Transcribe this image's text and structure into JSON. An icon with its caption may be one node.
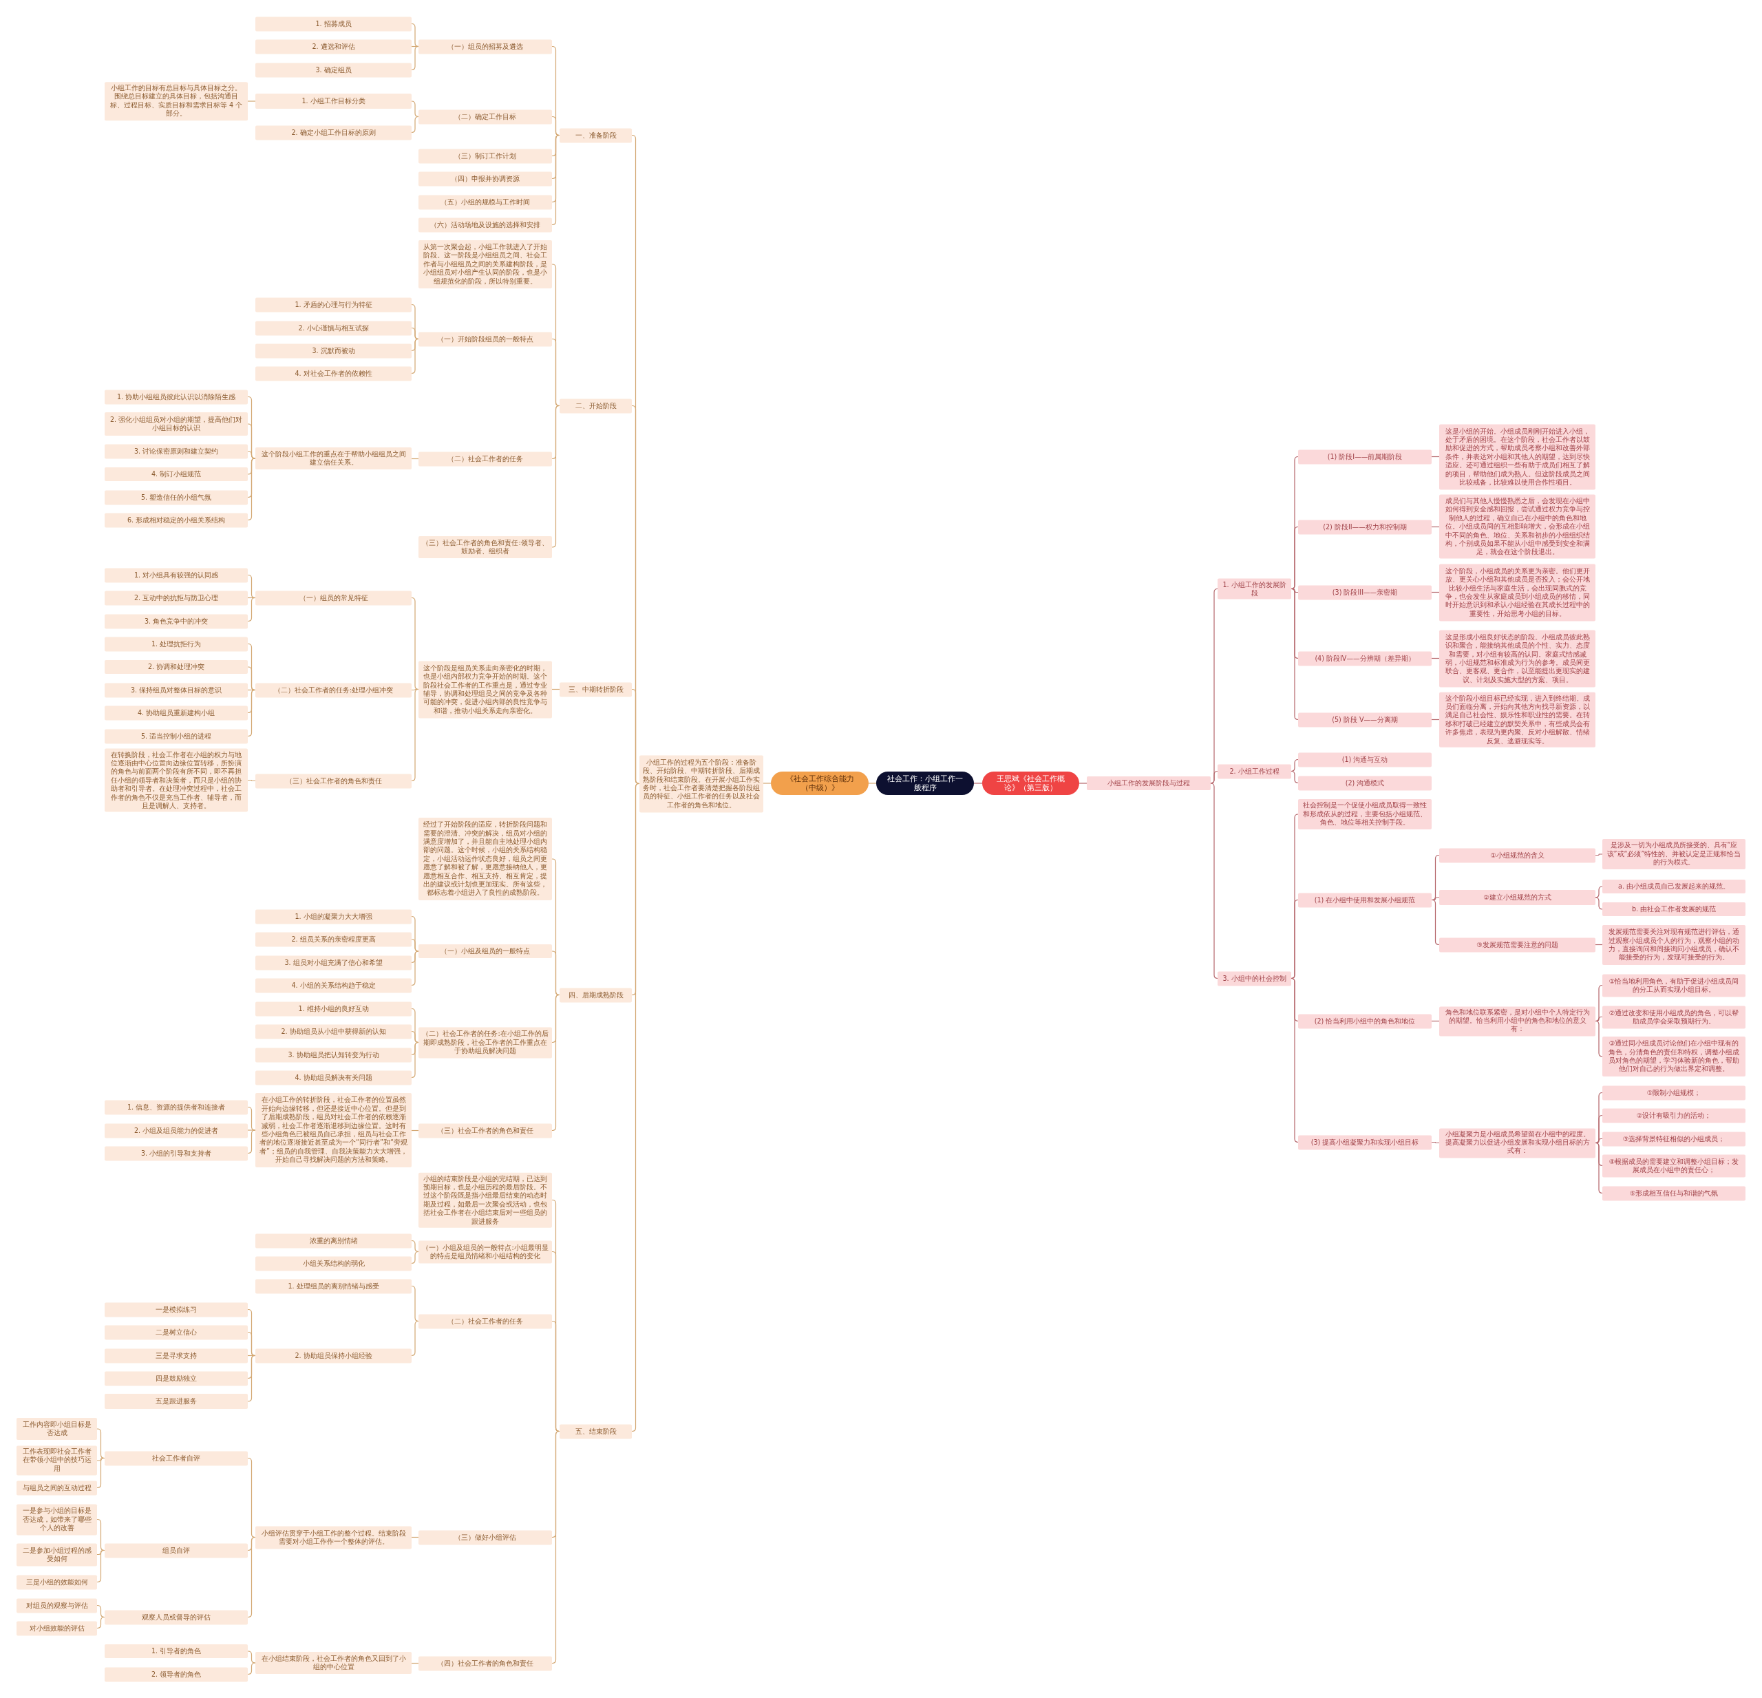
{
  "diagram": {
    "nodes": [
      {
        "text": [
          "社会工作：小组工作一般程序"
        ]
      },
      {
        "text": [
          "《社会工作综合能力（中级）》"
        ]
      },
      {
        "text": [
          "王思斌《社会工作概论》（第三版）"
        ]
      },
      {
        "text": [
          "小组工作的过程为五个阶段：准备阶段、开始阶段、中期转折阶段、后期成熟阶段和结束阶段。在开展小组工作实务时，社会工作者要清楚把握各阶段组员的特征、小组工作者的任务以及社会工作者的角色和地位。"
        ]
      },
      {
        "text": [
          "一、准备阶段"
        ]
      },
      {
        "text": [
          "（一）组员的招募及遴选"
        ]
      },
      {
        "text": [
          "1. 招募成员"
        ]
      },
      {
        "text": [
          "2. 遴选和评估"
        ]
      },
      {
        "text": [
          "3. 确定组员"
        ]
      },
      {
        "text": [
          "（二）确定工作目标"
        ]
      },
      {
        "text": [
          "1. 小组工作目标分类"
        ]
      },
      {
        "text": [
          "小组工作的目标有总目标与具体目标之分。围绕总目标建立的具体目标，包括沟通目标、过程目标、实质目标和需求目标等 4 个部分。"
        ]
      },
      {
        "text": [
          "2. 确定小组工作目标的原则"
        ]
      },
      {
        "text": [
          "（三）制订工作计划"
        ]
      },
      {
        "text": [
          "（四）申报并协调资源"
        ]
      },
      {
        "text": [
          "（五）小组的规模与工作时间"
        ]
      },
      {
        "text": [
          "（六）活动场地及设施的选择和安排"
        ]
      },
      {
        "text": [
          "二、开始阶段"
        ]
      },
      {
        "text": [
          "从第一次聚会起，小组工作就进入了开始阶段。这一阶段是小组组员之间、社会工作者与小组组员之间的关系建构阶段，是小组组员对小组产生认同的阶段，也是小组规范化的阶段，所以特别重要。"
        ]
      },
      {
        "text": [
          "（一）开始阶段组员的一般特点"
        ]
      },
      {
        "text": [
          "1. 矛盾的心理与行为特征"
        ]
      },
      {
        "text": [
          "2. 小心谨慎与相互试探"
        ]
      },
      {
        "text": [
          "3. 沉默而被动"
        ]
      },
      {
        "text": [
          "4. 对社会工作者的依赖性"
        ]
      },
      {
        "text": [
          "（二）社会工作者的任务"
        ]
      },
      {
        "text": [
          "这个阶段小组工作的重点在于帮助小组组员之间建立信任关系。"
        ]
      },
      {
        "text": [
          "1. 协助小组组员彼此认识以消除陌生感"
        ]
      },
      {
        "text": [
          "2. 强化小组组员对小组的期望，提高他们对小组目标的认识"
        ]
      },
      {
        "text": [
          "3. 讨论保密原则和建立契约"
        ]
      },
      {
        "text": [
          "4. 制订小组规范"
        ]
      },
      {
        "text": [
          "5. 塑造信任的小组气氛"
        ]
      },
      {
        "text": [
          "6. 形成相对稳定的小组关系结构"
        ]
      },
      {
        "text": [
          "（三）社会工作者的角色和责任:领导者、鼓励者、组织者"
        ]
      },
      {
        "text": [
          "三、中期转折阶段"
        ]
      },
      {
        "text": [
          "这个阶段是组员关系走向亲密化的时期，也是小组内部权力竞争开始的时期。这个阶段社会工作者的工作重点是，通过专业辅导，协调和处理组员之间的竞争及各种可能的冲突，促进小组内部的良性竞争与和谐，推动小组关系走向亲密化。"
        ]
      },
      {
        "text": [
          "（一）组员的常见特征"
        ]
      },
      {
        "text": [
          "1. 对小组具有较强的认同感"
        ]
      },
      {
        "text": [
          "2. 互动中的抗拒与防卫心理"
        ]
      },
      {
        "text": [
          "3. 角色竞争中的冲突"
        ]
      },
      {
        "text": [
          "（二）社会工作者的任务:处理小组冲突"
        ]
      },
      {
        "text": [
          "1. 处理抗拒行为"
        ]
      },
      {
        "text": [
          "2. 协调和处理冲突"
        ]
      },
      {
        "text": [
          "3. 保持组员对整体目标的意识"
        ]
      },
      {
        "text": [
          "4. 协助组员重新建构小组"
        ]
      },
      {
        "text": [
          "5. 适当控制小组的进程"
        ]
      },
      {
        "text": [
          "（三）社会工作者的角色和责任"
        ]
      },
      {
        "text": [
          "在转换阶段，社会工作者在小组的权力与地位逐渐由中心位置向边缘位置转移，所扮演的角色与前面两个阶段有所不同，即不再担任小组的领导者和决策者，而只是小组的协助者和引导者。在处理冲突过程中，社会工作者的角色不仅是充当工作者、辅导者，而且是调解人、支持者。"
        ]
      },
      {
        "text": [
          "四、后期成熟阶段"
        ]
      },
      {
        "text": [
          "经过了开始阶段的适应，转折阶段问题和需要的澄清、冲突的解决，组员对小组的满意度增加了，并且能自主地处理小组内部的问题。这个时候，小组的关系结构稳定，小组活动运作状态良好，组员之间更愿意了解和被了解，更愿意接纳他人，更愿意相互合作、相互支持、相互肯定，提出的建议或计划也更加现实。所有这些，都标志着小组进入了良性的成熟阶段。"
        ]
      },
      {
        "text": [
          "（一）小组及组员的一般特点"
        ]
      },
      {
        "text": [
          "1. 小组的凝聚力大大增强"
        ]
      },
      {
        "text": [
          "2. 组员关系的亲密程度更高"
        ]
      },
      {
        "text": [
          "3. 组员对小组充满了信心和希望"
        ]
      },
      {
        "text": [
          "4. 小组的关系结构趋于稳定"
        ]
      },
      {
        "text": [
          "（二）社会工作者的任务:在小组工作的后期即成熟阶段，社会工作者的工作重点在于协助组员解决问题"
        ]
      },
      {
        "text": [
          "1. 维持小组的良好互动"
        ]
      },
      {
        "text": [
          "2. 协助组员从小组中获得新的认知"
        ]
      },
      {
        "text": [
          "3. 协助组员把认知转变为行动"
        ]
      },
      {
        "text": [
          "4. 协助组员解决有关问题"
        ]
      },
      {
        "text": [
          "（三）社会工作者的角色和责任"
        ]
      },
      {
        "text": [
          "在小组工作的转折阶段，社会工作者的位置虽然开始向边缘转移，但还是接近中心位置。但是到了后期成熟阶段，组员对社会工作者的依赖逐渐减弱，社会工作者逐渐退移到边缘位置。这时有些小组角色已被组员自己承担，组员与社会工作者的地位逐渐接近甚至成为一个“同行者”和“旁观者”；组员的自我管理、自我决策能力大大增强，开始自己寻找解决问题的方法和策略。"
        ]
      },
      {
        "text": [
          "1. 信息、资源的提供者和连接者"
        ]
      },
      {
        "text": [
          "2. 小组及组员能力的促进者"
        ]
      },
      {
        "text": [
          "3. 小组的引导和支持者"
        ]
      },
      {
        "text": [
          "五、结束阶段"
        ]
      },
      {
        "text": [
          "小组的结束阶段是小组的完结期，已达到预期目标，也是小组历程的最后阶段。不过这个阶段既是指小组最后结束的动态时期及过程，如最后一次聚会或活动，也包括社会工作者在小组结束后对一些组员的跟进服务"
        ]
      },
      {
        "text": [
          "（一）小组及组员的一般特点:小组最明显的特点是组员情绪和小组结构的变化"
        ]
      },
      {
        "text": [
          "浓重的离别情绪"
        ]
      },
      {
        "text": [
          "小组关系结构的弱化"
        ]
      },
      {
        "text": [
          "（二）社会工作者的任务"
        ]
      },
      {
        "text": [
          "1. 处理组员的离别情绪与感受"
        ]
      },
      {
        "text": [
          "2. 协助组员保持小组经验"
        ]
      },
      {
        "text": [
          "一是模拟练习"
        ]
      },
      {
        "text": [
          "二是树立信心"
        ]
      },
      {
        "text": [
          "三是寻求支持"
        ]
      },
      {
        "text": [
          "四是鼓励独立"
        ]
      },
      {
        "text": [
          "五是跟进服务"
        ]
      },
      {
        "text": [
          "（三）做好小组评估"
        ]
      },
      {
        "text": [
          "小组评估贯穿于小组工作的整个过程。结束阶段需要对小组工作作一个整体的评估。"
        ]
      },
      {
        "text": [
          "社会工作者自评"
        ]
      },
      {
        "text": [
          "工作内容即小组目标是否达成"
        ]
      },
      {
        "text": [
          "工作表现即社会工作者在带领小组中的技巧运用"
        ]
      },
      {
        "text": [
          "与组员之间的互动过程"
        ]
      },
      {
        "text": [
          "组员自评"
        ]
      },
      {
        "text": [
          "一是参与小组的目标是否达成，如带来了哪些个人的改善"
        ]
      },
      {
        "text": [
          "二是参加小组过程的感受如何"
        ]
      },
      {
        "text": [
          "三是小组的效能如何"
        ]
      },
      {
        "text": [
          "观察人员或督导的评估"
        ]
      },
      {
        "text": [
          "对组员的观察与评估"
        ]
      },
      {
        "text": [
          "对小组效能的评估"
        ]
      },
      {
        "text": [
          "（四）社会工作者的角色和责任"
        ]
      },
      {
        "text": [
          "在小组结束阶段，社会工作者的角色又回到了小组的中心位置"
        ]
      },
      {
        "text": [
          "1. 引导者的角色"
        ]
      },
      {
        "text": [
          "2. 领导者的角色"
        ]
      },
      {
        "text": [
          "小组工作的发展阶段与过程"
        ]
      },
      {
        "text": [
          "1. 小组工作的发展阶段"
        ]
      },
      {
        "text": [
          "(1) 阶段I——前属期阶段"
        ]
      },
      {
        "text": [
          "这是小组的开始。小组成员刚刚开始进入小组，处于矛盾的困境。在这个阶段，社会工作者以鼓励和促进的方式，帮助成员考察小组和改善外部条件，并表达对小组和其他人的期望，达到尽快适应。还可通过组织一些有助于成员们相互了解的项目，帮助他们成为熟人。但这阶段成员之间比较戒备，比较难以使用合作性项目。"
        ]
      },
      {
        "text": [
          "(2) 阶段II——权力和控制期"
        ]
      },
      {
        "text": [
          "成员们与其他人慢慢熟悉之后，会发现在小组中如何得到安全感和回报，尝试通过权力竞争与控制他人的过程，确立自己在小组中的角色和地位。小组成员间的互相影响增大，会形成在小组中不同的角色、地位、关系和初步的小组组织结构，个别成员如果不能从小组中感受到安全和满足，就会在这个阶段退出。"
        ]
      },
      {
        "text": [
          "(3) 阶段III——亲密期"
        ]
      },
      {
        "text": [
          "这个阶段，小组成员的关系更为亲密。他们更开放、更关心小组和其他成员是否投入；会公开地比较小组生活与家庭生活，会出现同胞式的竞争，也会发生从家庭成员到小组成员的移情，同时开始意识到和承认小组经验在其成长过程中的重要性，开始思考小组的目标。"
        ]
      },
      {
        "text": [
          "(4) 阶段IV——分辨期（差异期）"
        ]
      },
      {
        "text": [
          "这是形成小组良好状态的阶段。小组成员彼此熟识和聚合，能接纳其他成员的个性、实力、态度和需要，对小组有较高的认同。家庭式情感减弱，小组规范和标准成为行为的参考。成员间更联合、更客观、更合作，以至能提出更现实的建议、计划及实施大型的方案、项目。"
        ]
      },
      {
        "text": [
          "(5) 阶段 V——分离期"
        ]
      },
      {
        "text": [
          "这个阶段小组目标已经实现，进入到终结期。成员们面临分离，开始向其他方向找寻新资源，以满足自己社会性、娱乐性和职业性的需要。在转移和打破已经建立的默契关系中，有些成员会有许多焦虑，表现为更内聚、反对小组解散、情绪反复、逃避现实等。"
        ]
      },
      {
        "text": [
          "2. 小组工作过程"
        ]
      },
      {
        "text": [
          "(1) 沟通与互动"
        ]
      },
      {
        "text": [
          "(2) 沟通模式"
        ]
      },
      {
        "text": [
          "3. 小组中的社会控制"
        ]
      },
      {
        "text": [
          "社会控制是一个促使小组成员取得一致性和形成依从的过程，主要包括小组规范、角色、地位等相关控制手段。"
        ]
      },
      {
        "text": [
          "(1) 在小组中使用和发展小组规范"
        ]
      },
      {
        "text": [
          "①小组规范的含义"
        ]
      },
      {
        "text": [
          "是涉及一切为小组成员所接受的、具有“应该”或“必须”特性的、并被认定是正规和恰当的行为模式。"
        ]
      },
      {
        "text": [
          "②建立小组规范的方式"
        ]
      },
      {
        "text": [
          "a. 由小组成员自己发展起来的规范。"
        ]
      },
      {
        "text": [
          "b. 由社会工作者发展的规范"
        ]
      },
      {
        "text": [
          "③发展规范需要注意的问题"
        ]
      },
      {
        "text": [
          "发展规范需要关注对现有规范进行评估，通过观察小组成员个人的行为，观察小组的动力，直接询问和间接询问小组成员，确认不能接受的行为，发现可接受的行为。"
        ]
      },
      {
        "text": [
          "(2) 恰当利用小组中的角色和地位"
        ]
      },
      {
        "text": [
          "角色和地位联系紧密，是对小组中个人特定行为的期望。恰当利用小组中的角色和地位的意义有："
        ]
      },
      {
        "text": [
          "①恰当地利用角色，有助于促进小组成员间的分工从而实现小组目标。"
        ]
      },
      {
        "text": [
          "②通过改变和使用小组成员的角色，可以帮助成员学会采取预期行为。"
        ]
      },
      {
        "text": [
          "③通过同小组成员讨论他们在小组中现有的角色，分清角色的责任和特权，调整小组成员对角色的期望，学习体验新的角色，帮助他们对自己的行为做出界定和调整。"
        ]
      },
      {
        "text": [
          "(3) 提高小组凝聚力和实现小组目标"
        ]
      },
      {
        "text": [
          "小组凝聚力是小组成员希望留在小组中的程度。提高凝聚力以促进小组发展和实现小组目标的方式有："
        ]
      },
      {
        "text": [
          "①限制小组规模；"
        ]
      },
      {
        "text": [
          "②设计有吸引力的活动；"
        ]
      },
      {
        "text": [
          "③选择背景特征相似的小组成员；"
        ]
      },
      {
        "text": [
          "④根据成员的需要建立和调整小组目标；发展成员在小组中的责任心；"
        ]
      },
      {
        "text": [
          "⑤形成相互信任与和谐的气氛"
        ]
      }
    ],
    "edges": [
      {
        "from": 0,
        "to": 1,
        "arrow": "none"
      },
      {
        "from": 0,
        "to": 2,
        "arrow": "none",
        "color": "#b5666b"
      },
      {
        "from": 1,
        "to": 3,
        "arrow": "none"
      },
      {
        "from": 3,
        "to": 4,
        "arrow": "none"
      },
      {
        "from": 4,
        "to": 5,
        "arrow": "none"
      },
      {
        "from": 5,
        "to": 6,
        "arrow": "none"
      },
      {
        "from": 5,
        "to": 7,
        "arrow": "none"
      },
      {
        "from": 5,
        "to": 8,
        "arrow": "none"
      },
      {
        "from": 4,
        "to": 9,
        "arrow": "none"
      },
      {
        "from": 9,
        "to": 10,
        "arrow": "none"
      },
      {
        "from": 10,
        "to": 11,
        "arrow": "none"
      },
      {
        "from": 9,
        "to": 12,
        "arrow": "none"
      },
      {
        "from": 4,
        "to": 13,
        "arrow": "none"
      },
      {
        "from": 4,
        "to": 14,
        "arrow": "none"
      },
      {
        "from": 4,
        "to": 15,
        "arrow": "none"
      },
      {
        "from": 4,
        "to": 16,
        "arrow": "none"
      },
      {
        "from": 3,
        "to": 17,
        "arrow": "none"
      },
      {
        "from": 17,
        "to": 18,
        "arrow": "none"
      },
      {
        "from": 17,
        "to": 19,
        "arrow": "none"
      },
      {
        "from": 19,
        "to": 20,
        "arrow": "none"
      },
      {
        "from": 19,
        "to": 21,
        "arrow": "none"
      },
      {
        "from": 19,
        "to": 22,
        "arrow": "none"
      },
      {
        "from": 19,
        "to": 23,
        "arrow": "none"
      },
      {
        "from": 17,
        "to": 24,
        "arrow": "none"
      },
      {
        "from": 24,
        "to": 25,
        "arrow": "none"
      },
      {
        "from": 25,
        "to": 26,
        "arrow": "none"
      },
      {
        "from": 25,
        "to": 27,
        "arrow": "none"
      },
      {
        "from": 25,
        "to": 28,
        "arrow": "none"
      },
      {
        "from": 25,
        "to": 29,
        "arrow": "none"
      },
      {
        "from": 25,
        "to": 30,
        "arrow": "none"
      },
      {
        "from": 25,
        "to": 31,
        "arrow": "none"
      },
      {
        "from": 17,
        "to": 32,
        "arrow": "none"
      },
      {
        "from": 3,
        "to": 33,
        "arrow": "none"
      },
      {
        "from": 33,
        "to": 34,
        "arrow": "none"
      },
      {
        "from": 34,
        "to": 35,
        "arrow": "none"
      },
      {
        "from": 35,
        "to": 36,
        "arrow": "none"
      },
      {
        "from": 35,
        "to": 37,
        "arrow": "none"
      },
      {
        "from": 35,
        "to": 38,
        "arrow": "none"
      },
      {
        "from": 34,
        "to": 39,
        "arrow": "none"
      },
      {
        "from": 39,
        "to": 40,
        "arrow": "none"
      },
      {
        "from": 39,
        "to": 41,
        "arrow": "none"
      },
      {
        "from": 39,
        "to": 42,
        "arrow": "none"
      },
      {
        "from": 39,
        "to": 43,
        "arrow": "none"
      },
      {
        "from": 39,
        "to": 44,
        "arrow": "none"
      },
      {
        "from": 34,
        "to": 45,
        "arrow": "none"
      },
      {
        "from": 45,
        "to": 46,
        "arrow": "none"
      },
      {
        "from": 3,
        "to": 47,
        "arrow": "none"
      },
      {
        "from": 47,
        "to": 48,
        "arrow": "none"
      },
      {
        "from": 47,
        "to": 49,
        "arrow": "none"
      },
      {
        "from": 49,
        "to": 50,
        "arrow": "none"
      },
      {
        "from": 49,
        "to": 51,
        "arrow": "none"
      },
      {
        "from": 49,
        "to": 52,
        "arrow": "none"
      },
      {
        "from": 49,
        "to": 53,
        "arrow": "none"
      },
      {
        "from": 47,
        "to": 54,
        "arrow": "none"
      },
      {
        "from": 54,
        "to": 55,
        "arrow": "none"
      },
      {
        "from": 54,
        "to": 56,
        "arrow": "none"
      },
      {
        "from": 54,
        "to": 57,
        "arrow": "none"
      },
      {
        "from": 54,
        "to": 58,
        "arrow": "none"
      },
      {
        "from": 47,
        "to": 59,
        "arrow": "none"
      },
      {
        "from": 59,
        "to": 60,
        "arrow": "none"
      },
      {
        "from": 60,
        "to": 61,
        "arrow": "none"
      },
      {
        "from": 60,
        "to": 62,
        "arrow": "none"
      },
      {
        "from": 60,
        "to": 63,
        "arrow": "none"
      },
      {
        "from": 3,
        "to": 64,
        "arrow": "none"
      },
      {
        "from": 64,
        "to": 65,
        "arrow": "none"
      },
      {
        "from": 64,
        "to": 66,
        "arrow": "none"
      },
      {
        "from": 66,
        "to": 67,
        "arrow": "none"
      },
      {
        "from": 66,
        "to": 68,
        "arrow": "none"
      },
      {
        "from": 64,
        "to": 69,
        "arrow": "none"
      },
      {
        "from": 69,
        "to": 70,
        "arrow": "none"
      },
      {
        "from": 69,
        "to": 71,
        "arrow": "none"
      },
      {
        "from": 71,
        "to": 72,
        "arrow": "none"
      },
      {
        "from": 71,
        "to": 73,
        "arrow": "none"
      },
      {
        "from": 71,
        "to": 74,
        "arrow": "none"
      },
      {
        "from": 71,
        "to": 75,
        "arrow": "none"
      },
      {
        "from": 71,
        "to": 76,
        "arrow": "none"
      },
      {
        "from": 64,
        "to": 77,
        "arrow": "none"
      },
      {
        "from": 77,
        "to": 78,
        "arrow": "none"
      },
      {
        "from": 78,
        "to": 79,
        "arrow": "none"
      },
      {
        "from": 79,
        "to": 80,
        "arrow": "none"
      },
      {
        "from": 79,
        "to": 81,
        "arrow": "none"
      },
      {
        "from": 79,
        "to": 82,
        "arrow": "none"
      },
      {
        "from": 78,
        "to": 83,
        "arrow": "none"
      },
      {
        "from": 83,
        "to": 84,
        "arrow": "none"
      },
      {
        "from": 83,
        "to": 85,
        "arrow": "none"
      },
      {
        "from": 83,
        "to": 86,
        "arrow": "none"
      },
      {
        "from": 78,
        "to": 87,
        "arrow": "none"
      },
      {
        "from": 87,
        "to": 88,
        "arrow": "none"
      },
      {
        "from": 87,
        "to": 89,
        "arrow": "none"
      },
      {
        "from": 64,
        "to": 90,
        "arrow": "none"
      },
      {
        "from": 90,
        "to": 91,
        "arrow": "none"
      },
      {
        "from": 91,
        "to": 92,
        "arrow": "none"
      },
      {
        "from": 91,
        "to": 93,
        "arrow": "none"
      },
      {
        "from": 2,
        "to": 94,
        "arrow": "none",
        "color": "#b5666b"
      },
      {
        "from": 94,
        "to": 95,
        "arrow": "none",
        "color": "#b5666b"
      },
      {
        "from": 95,
        "to": 96,
        "arrow": "none",
        "color": "#b5666b"
      },
      {
        "from": 96,
        "to": 97,
        "arrow": "none",
        "color": "#b5666b"
      },
      {
        "from": 95,
        "to": 98,
        "arrow": "none",
        "color": "#b5666b"
      },
      {
        "from": 98,
        "to": 99,
        "arrow": "none",
        "color": "#b5666b"
      },
      {
        "from": 95,
        "to": 100,
        "arrow": "none",
        "color": "#b5666b"
      },
      {
        "from": 100,
        "to": 101,
        "arrow": "none",
        "color": "#b5666b"
      },
      {
        "from": 95,
        "to": 102,
        "arrow": "none",
        "color": "#b5666b"
      },
      {
        "from": 102,
        "to": 103,
        "arrow": "none",
        "color": "#b5666b"
      },
      {
        "from": 95,
        "to": 104,
        "arrow": "none",
        "color": "#b5666b"
      },
      {
        "from": 104,
        "to": 105,
        "arrow": "none",
        "color": "#b5666b"
      },
      {
        "from": 94,
        "to": 106,
        "arrow": "none",
        "color": "#b5666b"
      },
      {
        "from": 106,
        "to": 107,
        "arrow": "none",
        "color": "#b5666b"
      },
      {
        "from": 106,
        "to": 108,
        "arrow": "none",
        "color": "#b5666b"
      },
      {
        "from": 94,
        "to": 109,
        "arrow": "none",
        "color": "#b5666b"
      },
      {
        "from": 109,
        "to": 110,
        "arrow": "none",
        "color": "#b5666b"
      },
      {
        "from": 109,
        "to": 111,
        "arrow": "none",
        "color": "#b5666b"
      },
      {
        "from": 111,
        "to": 112,
        "arrow": "none",
        "color": "#b5666b"
      },
      {
        "from": 112,
        "to": 113,
        "arrow": "none",
        "color": "#b5666b"
      },
      {
        "from": 111,
        "to": 114,
        "arrow": "none",
        "color": "#b5666b"
      },
      {
        "from": 114,
        "to": 115,
        "arrow": "none",
        "color": "#b5666b"
      },
      {
        "from": 114,
        "to": 116,
        "arrow": "none",
        "color": "#b5666b"
      },
      {
        "from": 111,
        "to": 117,
        "arrow": "none",
        "color": "#b5666b"
      },
      {
        "from": 117,
        "to": 118,
        "arrow": "none",
        "color": "#b5666b"
      },
      {
        "from": 109,
        "to": 119,
        "arrow": "none",
        "color": "#b5666b"
      },
      {
        "from": 119,
        "to": 120,
        "arrow": "none",
        "color": "#b5666b"
      },
      {
        "from": 120,
        "to": 121,
        "arrow": "none",
        "color": "#b5666b"
      },
      {
        "from": 120,
        "to": 122,
        "arrow": "none",
        "color": "#b5666b"
      },
      {
        "from": 120,
        "to": 123,
        "arrow": "none",
        "color": "#b5666b"
      },
      {
        "from": 109,
        "to": 124,
        "arrow": "none",
        "color": "#b5666b"
      },
      {
        "from": 124,
        "to": 125,
        "arrow": "none",
        "color": "#b5666b"
      },
      {
        "from": 125,
        "to": 126,
        "arrow": "none",
        "color": "#b5666b"
      },
      {
        "from": 125,
        "to": 127,
        "arrow": "none",
        "color": "#b5666b"
      },
      {
        "from": 125,
        "to": 128,
        "arrow": "none",
        "color": "#b5666b"
      },
      {
        "from": 125,
        "to": 129,
        "arrow": "none",
        "color": "#b5666b"
      },
      {
        "from": 125,
        "to": 130,
        "arrow": "none",
        "color": "#b5666b"
      }
    ]
  }
}
